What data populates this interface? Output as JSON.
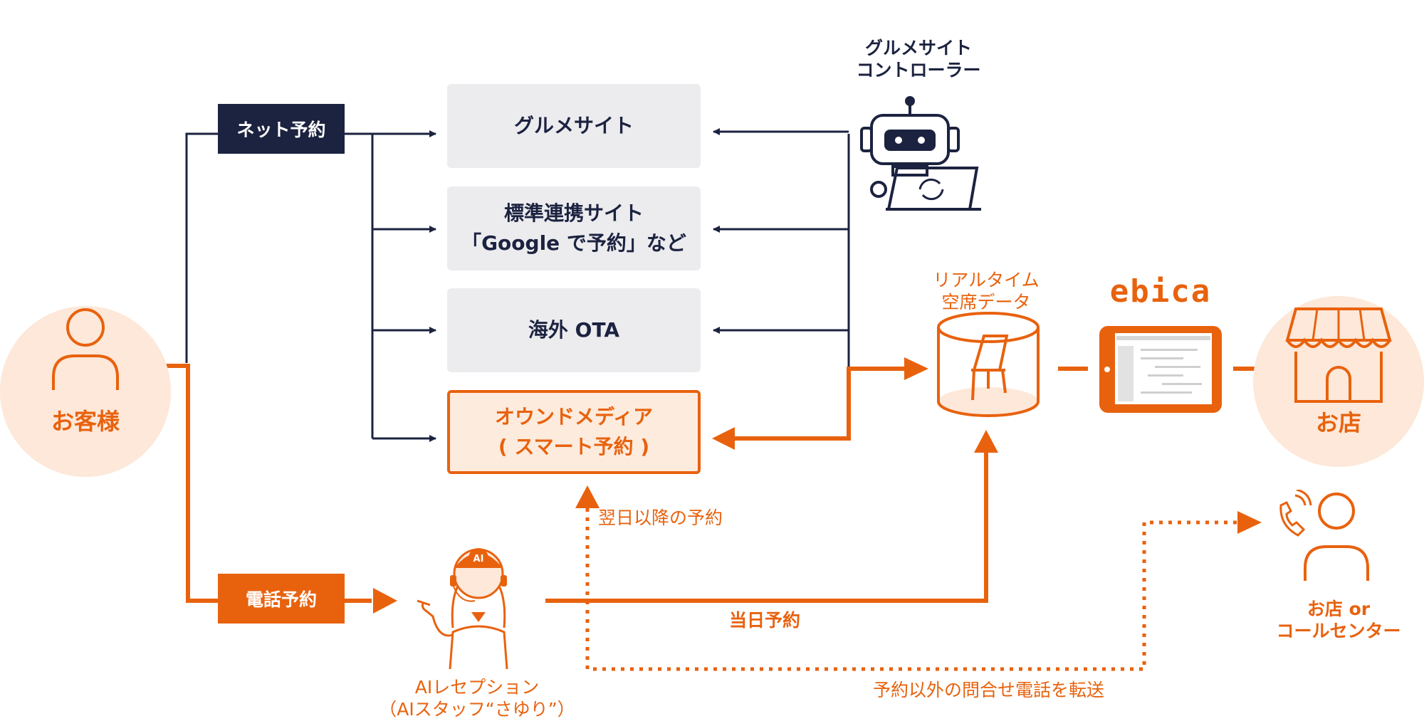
{
  "colors": {
    "navy": "#1c2340",
    "orange": "#e8620e",
    "gray_box": "#ececef",
    "light_orange": "#fde8d9",
    "box_orange_fill": "#fdebdd"
  },
  "customer": {
    "label": "お客様",
    "icon": "person-icon"
  },
  "channels": {
    "net": "ネット予約",
    "phone": "電話予約"
  },
  "sites": {
    "gourmet": {
      "lines": [
        "グルメサイト"
      ]
    },
    "standard": {
      "lines": [
        "標準連携サイト",
        "「Google で予約」など"
      ]
    },
    "ota": {
      "lines": [
        "海外 OTA"
      ]
    },
    "owned": {
      "lines": [
        "オウンドメディア",
        "( スマート予約 )"
      ]
    }
  },
  "controller": {
    "lines": [
      "グルメサイト",
      "コントローラー"
    ],
    "icon": "robot-laptop-icon"
  },
  "realtime": {
    "lines": [
      "リアルタイム",
      "空席データ"
    ],
    "icon": "chair-database-icon"
  },
  "ebica": {
    "logo": "ebica",
    "icon": "tablet-icon"
  },
  "store": {
    "label": "お店",
    "icon": "storefront-icon"
  },
  "ai": {
    "lines": [
      "AIレセプション",
      "（AIスタッフ“さゆり”）"
    ],
    "badge": "AI",
    "icon": "receptionist-icon"
  },
  "flows": {
    "next_day": "翌日以降の予約",
    "same_day": "当日予約",
    "transfer": "予約以外の問合せ電話を転送"
  },
  "callcenter": {
    "lines": [
      "お店 or",
      "コールセンター"
    ],
    "icon": "phone-person-icon"
  }
}
